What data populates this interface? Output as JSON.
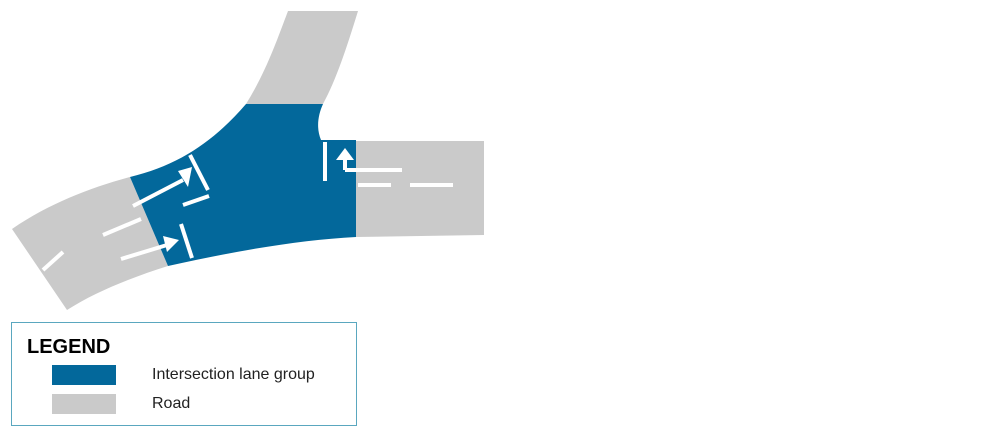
{
  "colors": {
    "intersection_lane_group": "#03689b",
    "road": "#cacaca",
    "markings": "#ffffff"
  },
  "legend": {
    "title": "LEGEND",
    "items": [
      {
        "label": "Intersection lane group",
        "color": "#03689b"
      },
      {
        "label": "Road",
        "color": "#cacaca"
      }
    ]
  }
}
